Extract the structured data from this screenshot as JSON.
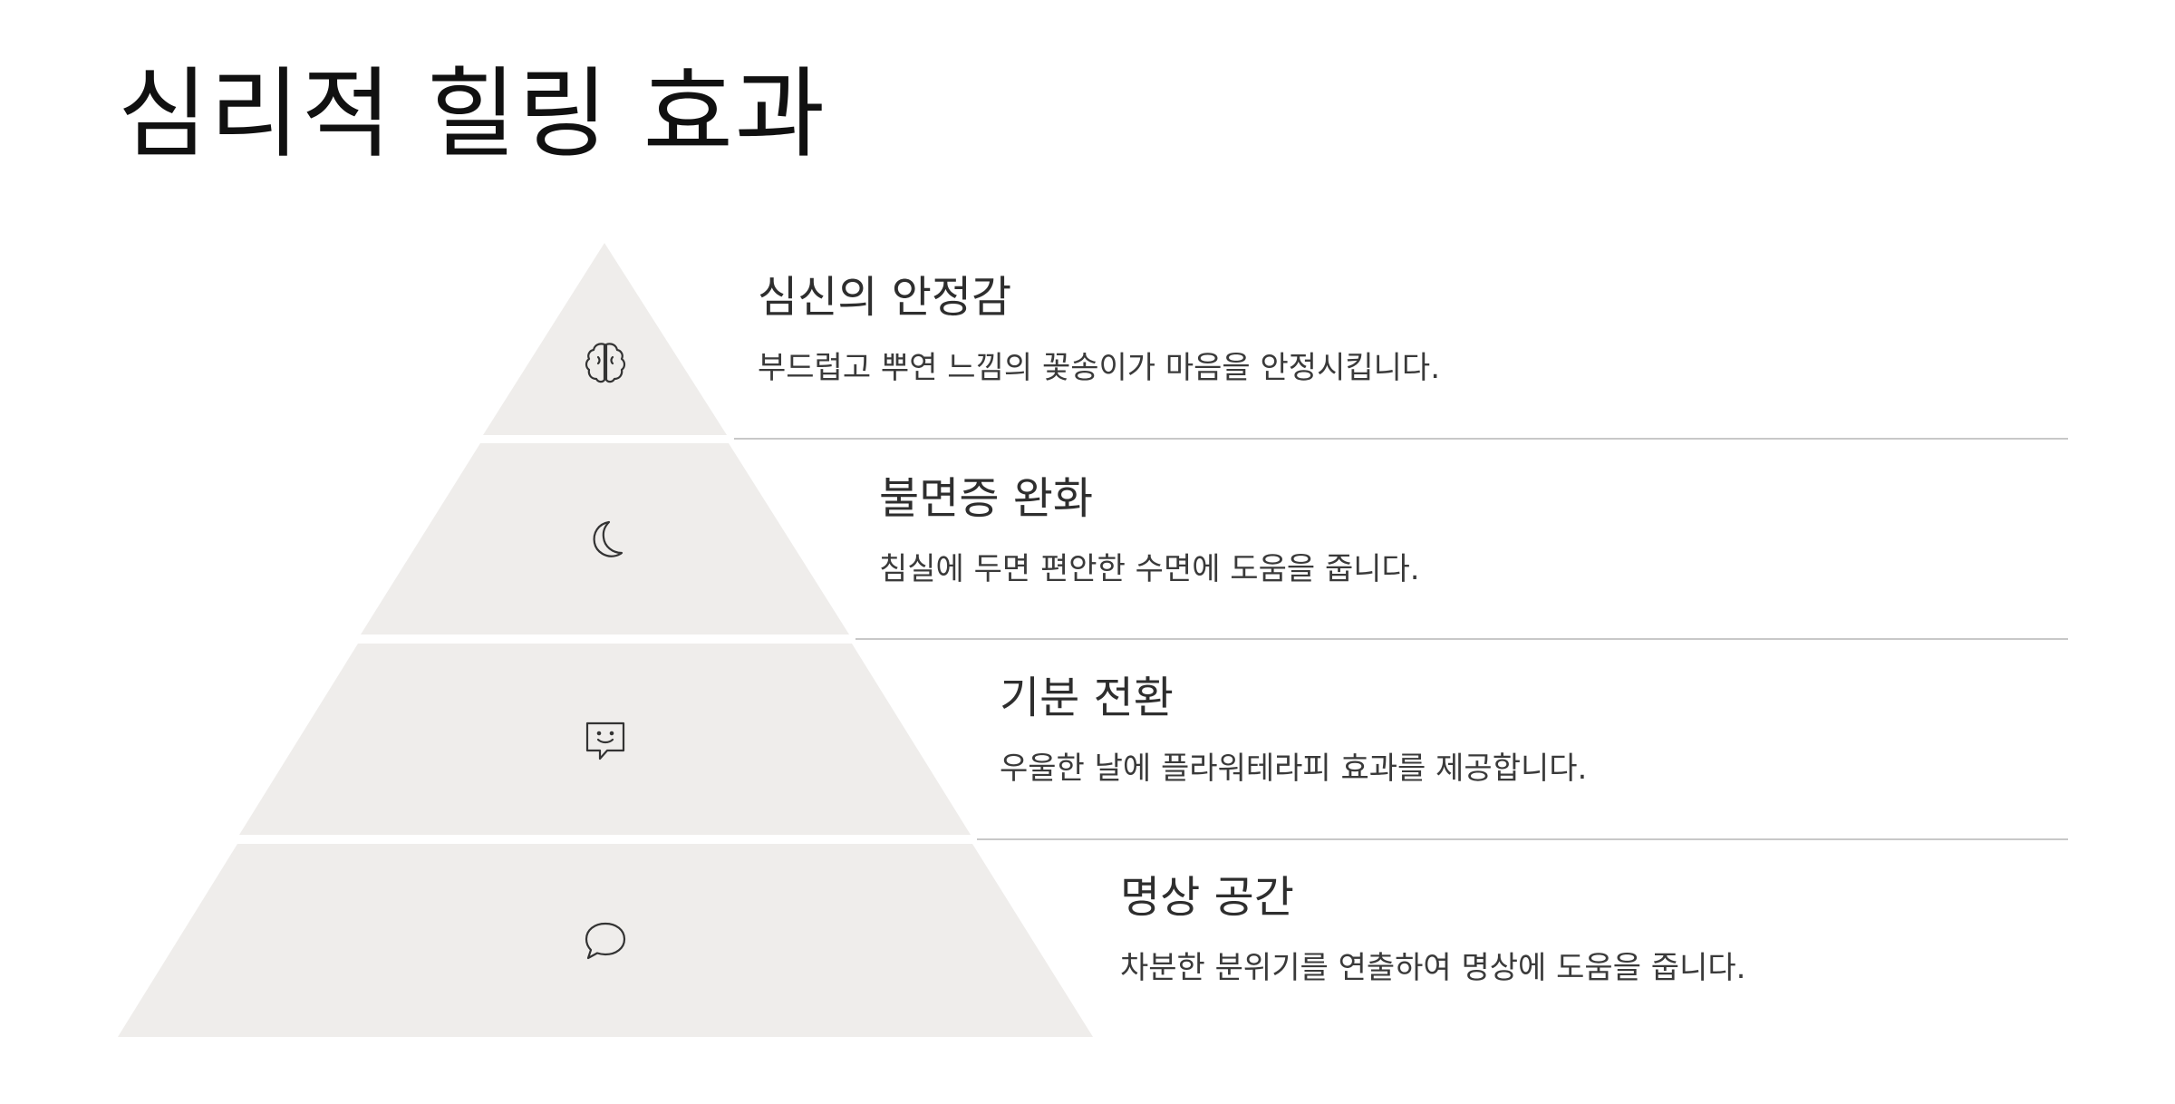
{
  "title": "심리적 힐링 효과",
  "colors": {
    "tier_fill": "#efedeb",
    "divider": "#c8c8c8",
    "text": "#333333",
    "background": "#ffffff"
  },
  "tiers": [
    {
      "icon": "brain-icon",
      "heading": "심신의 안정감",
      "description": "부드럽고 뿌연 느낌의 꽃송이가 마음을 안정시킵니다."
    },
    {
      "icon": "moon-icon",
      "heading": "불면증 완화",
      "description": "침실에 두면 편안한 수면에 도움을 줍니다."
    },
    {
      "icon": "smile-message-icon",
      "heading": "기분 전환",
      "description": "우울한 날에 플라워테라피 효과를 제공합니다."
    },
    {
      "icon": "chat-bubble-icon",
      "heading": "명상 공간",
      "description": "차분한 분위기를 연출하여 명상에 도움을 줍니다."
    }
  ]
}
